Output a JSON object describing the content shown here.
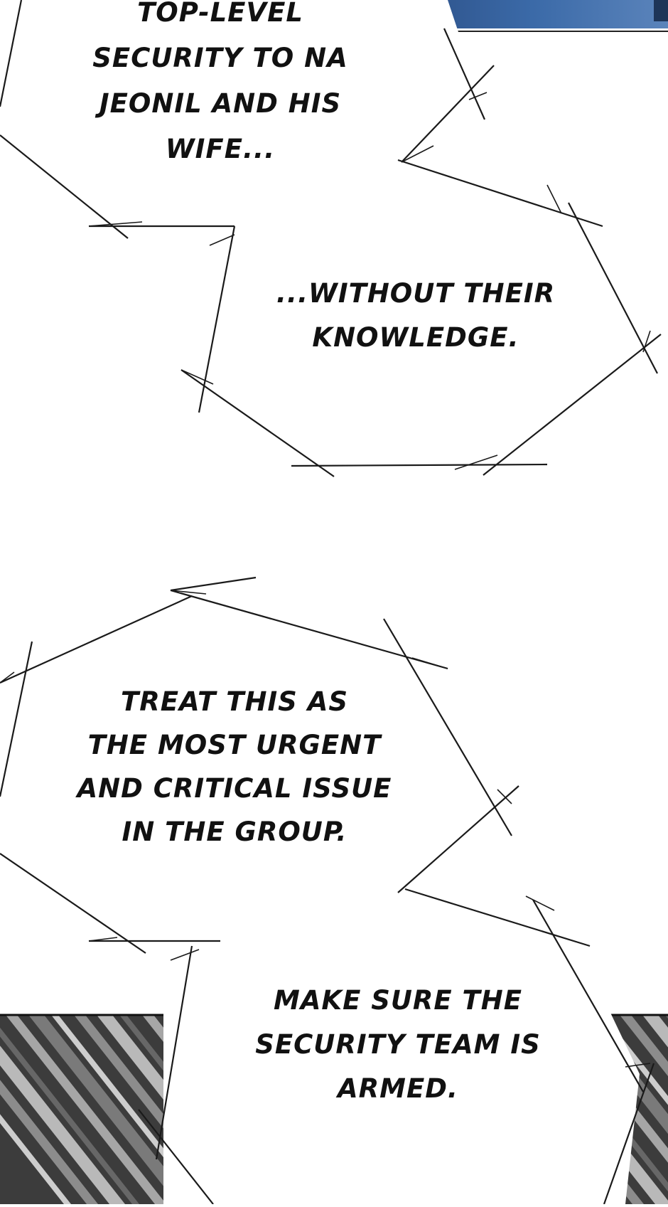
{
  "panels": {
    "top_panel": {
      "background": "#3b6aa8",
      "caption_text": "TOP-LEVEL\nSECURITY TO NA\nJEONIL AND HIS\nWIFE..."
    },
    "middle_panel": {
      "background": "#ffffff",
      "caption_text": "...WITHOUT THEIR\nKNOWLEDGE."
    },
    "lower_panel": {
      "background": "#ffffff",
      "caption_text": "TREAT THIS AS\nTHE MOST URGENT\nAND CRITICAL ISSUE\nIN THE GROUP."
    },
    "bottom_panel": {
      "background": "#4a4a4a",
      "caption_text": "MAKE SURE THE\nSECURITY TEAM IS\nARMED."
    }
  },
  "colors": {
    "ink": "#111111",
    "bubble_fill": "#ffffff",
    "bubble_stroke": "#1a1a1a"
  }
}
